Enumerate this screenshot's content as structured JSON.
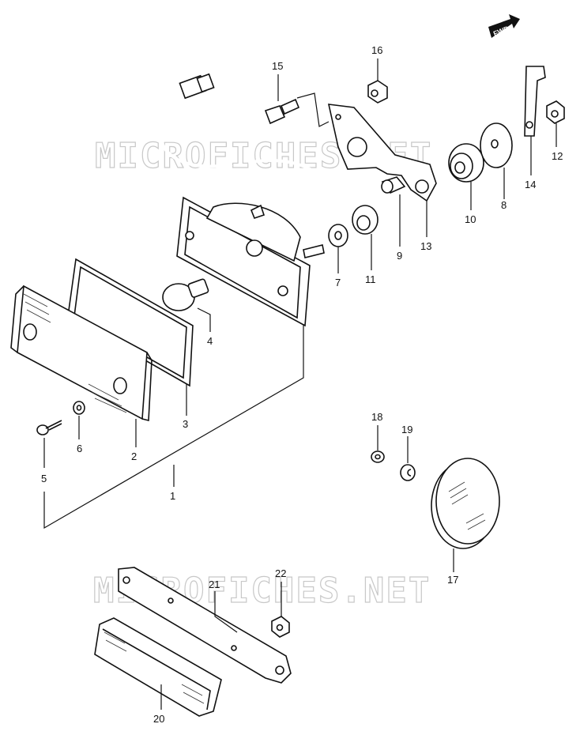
{
  "watermark": "MICROFICHES.NET",
  "fwd_badge": "FWD",
  "callouts": {
    "c1": "1",
    "c2": "2",
    "c3": "3",
    "c4": "4",
    "c5": "5",
    "c6": "6",
    "c7": "7",
    "c8": "8",
    "c9": "9",
    "c10": "10",
    "c11": "11",
    "c12": "12",
    "c13": "13",
    "c14": "14",
    "c15": "15",
    "c16": "16",
    "c17": "17",
    "c18": "18",
    "c19": "19",
    "c20": "20",
    "c21": "21",
    "c22": "22"
  }
}
